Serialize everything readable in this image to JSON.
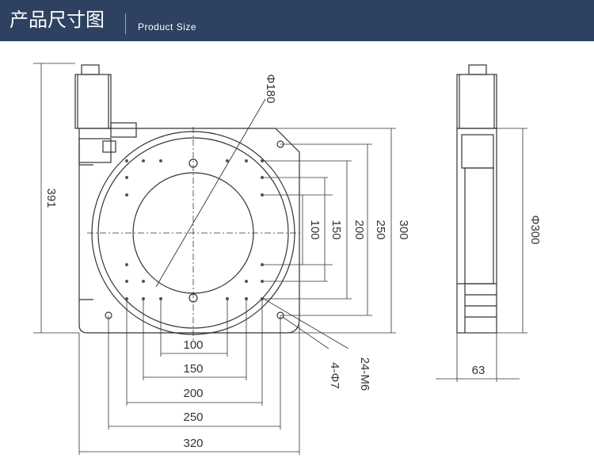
{
  "header": {
    "title": "产品尺寸图",
    "subtitle": "Product Size"
  },
  "dimensions": {
    "front_height": "391",
    "diameter_180": "Φ180",
    "holes_24": "24-M6",
    "holes_4": "4-Φ7",
    "v100": "100",
    "v150": "150",
    "v200": "200",
    "v250": "250",
    "v300": "300",
    "h100": "100",
    "h150": "150",
    "h200": "200",
    "h250": "250",
    "h320": "320",
    "side_diameter": "Φ300",
    "side_width": "63"
  },
  "colors": {
    "header_bg": "#2e4160",
    "line": "#333333"
  }
}
